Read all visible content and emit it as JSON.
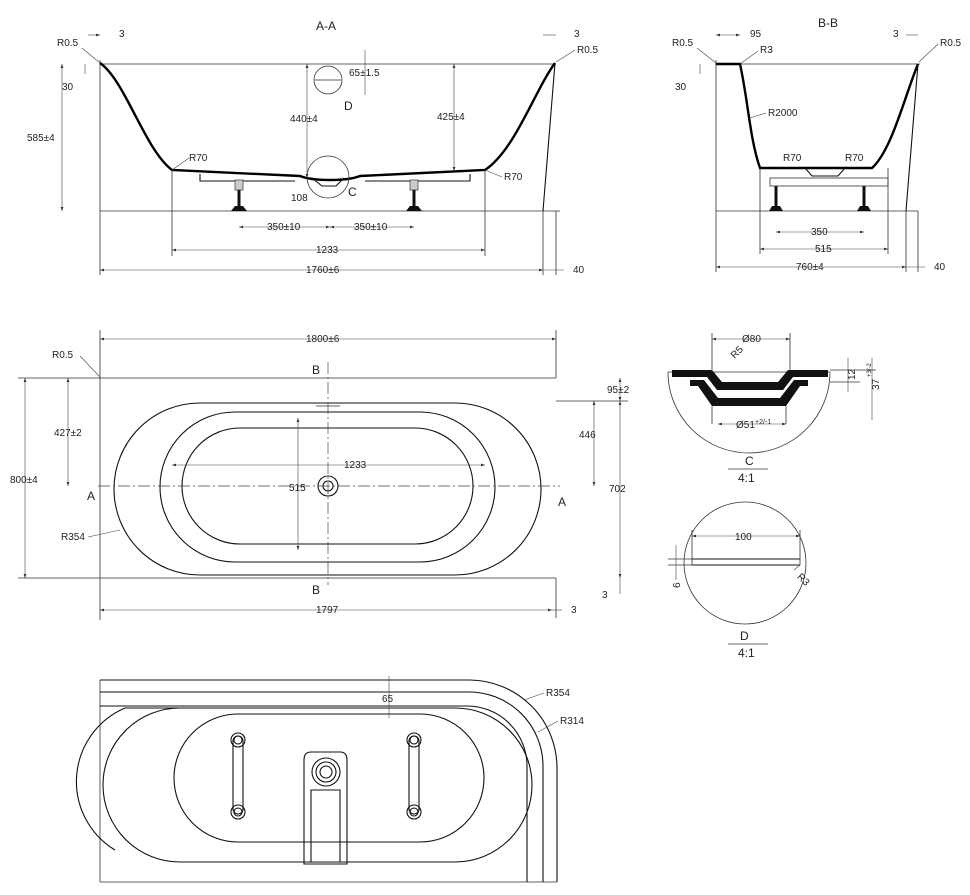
{
  "views": {
    "section_aa": {
      "title": "A-A",
      "labels": {
        "r05_left": "R0.5",
        "r05_right": "R0.5",
        "wall_left": "3",
        "wall_right": "3",
        "rim_30": "30",
        "height_585": "585±4",
        "depth_440": "440±4",
        "depth_425": "425±4",
        "drain_65": "65±1.5",
        "detail_d": "D",
        "detail_c": "C",
        "r70_left": "R70",
        "r70_right": "R70",
        "drain_108": "108",
        "leg_left": "350±10",
        "leg_right": "350±10",
        "bottom_1233": "1233",
        "overall_1760": "1760±6",
        "overhang_40": "40"
      }
    },
    "section_bb": {
      "title": "B-B",
      "labels": {
        "r05_left": "R0.5",
        "r05_right": "R0.5",
        "rim_95": "95",
        "r3": "R3",
        "wall_3": "3",
        "rim_30": "30",
        "r2000": "R2000",
        "r70_left": "R70",
        "r70_right": "R70",
        "legs_350": "350",
        "bottom_515": "515",
        "overall_760": "760±4",
        "overhang_40": "40"
      }
    },
    "plan": {
      "labels": {
        "top_1800": "1800±6",
        "r05": "R0.5",
        "b_top": "B",
        "b_bottom": "B",
        "a_left": "A",
        "a_right": "A",
        "r354": "R354",
        "half_427": "427±2",
        "width_800": "800±4",
        "inner_1233": "1233",
        "inner_515": "515",
        "offset_95": "95±2",
        "half_446": "446",
        "width_702": "702",
        "bottom_1797": "1797",
        "wall_3a": "3",
        "wall_3b": "3"
      }
    },
    "detail_c": {
      "title": "C",
      "scale": "4:1",
      "labels": {
        "dia_80": "Ø80",
        "r5": "R5",
        "h_12": "12",
        "h_37": "37",
        "h_37_tol": "+3/-2",
        "dia_51": "Ø51",
        "dia_51_tol": "+2/-1"
      }
    },
    "detail_d": {
      "title": "D",
      "scale": "4:1",
      "labels": {
        "w_100": "100",
        "h_6": "6",
        "r3": "R3"
      }
    },
    "underside": {
      "labels": {
        "depth_65": "65",
        "r354": "R354",
        "r314": "R314"
      }
    }
  }
}
